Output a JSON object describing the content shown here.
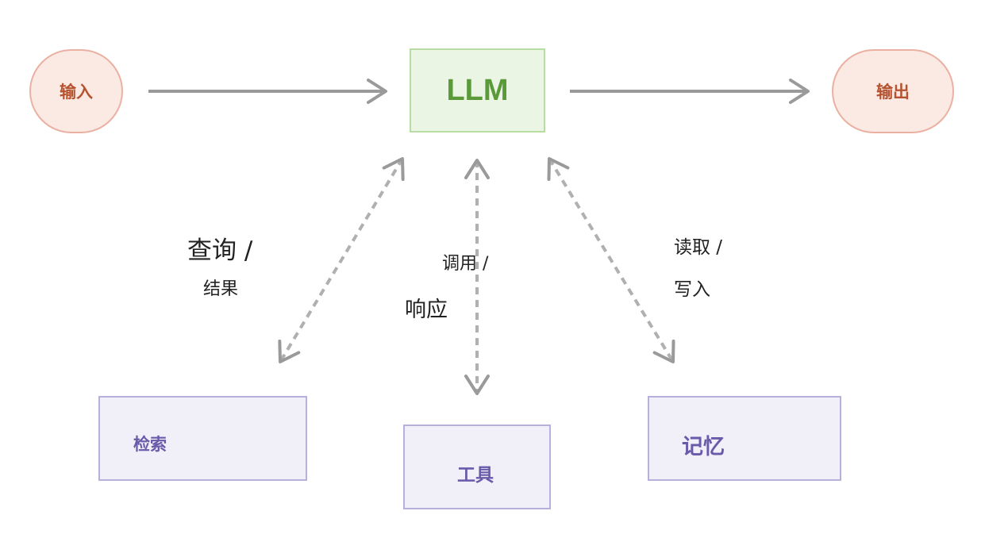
{
  "nodes": {
    "input": "输入",
    "llm": "LLM",
    "output": "输出",
    "retrieval": "检索",
    "tools": "工具",
    "memory": "记忆"
  },
  "edge_labels": {
    "retrieval_line1": "查询 /",
    "retrieval_line2": "结果",
    "tools_line1": "调用 /",
    "tools_line2": "响应",
    "memory_line1": "读取 /",
    "memory_line2": "写入"
  },
  "colors": {
    "arrow": "#9a9a9a",
    "io_fill": "#fbe9e3",
    "io_text": "#b5522f",
    "llm_fill": "#eaf5e3",
    "llm_text": "#5a9a39",
    "module_fill": "#f1eff8",
    "module_text": "#6a5aaa"
  }
}
